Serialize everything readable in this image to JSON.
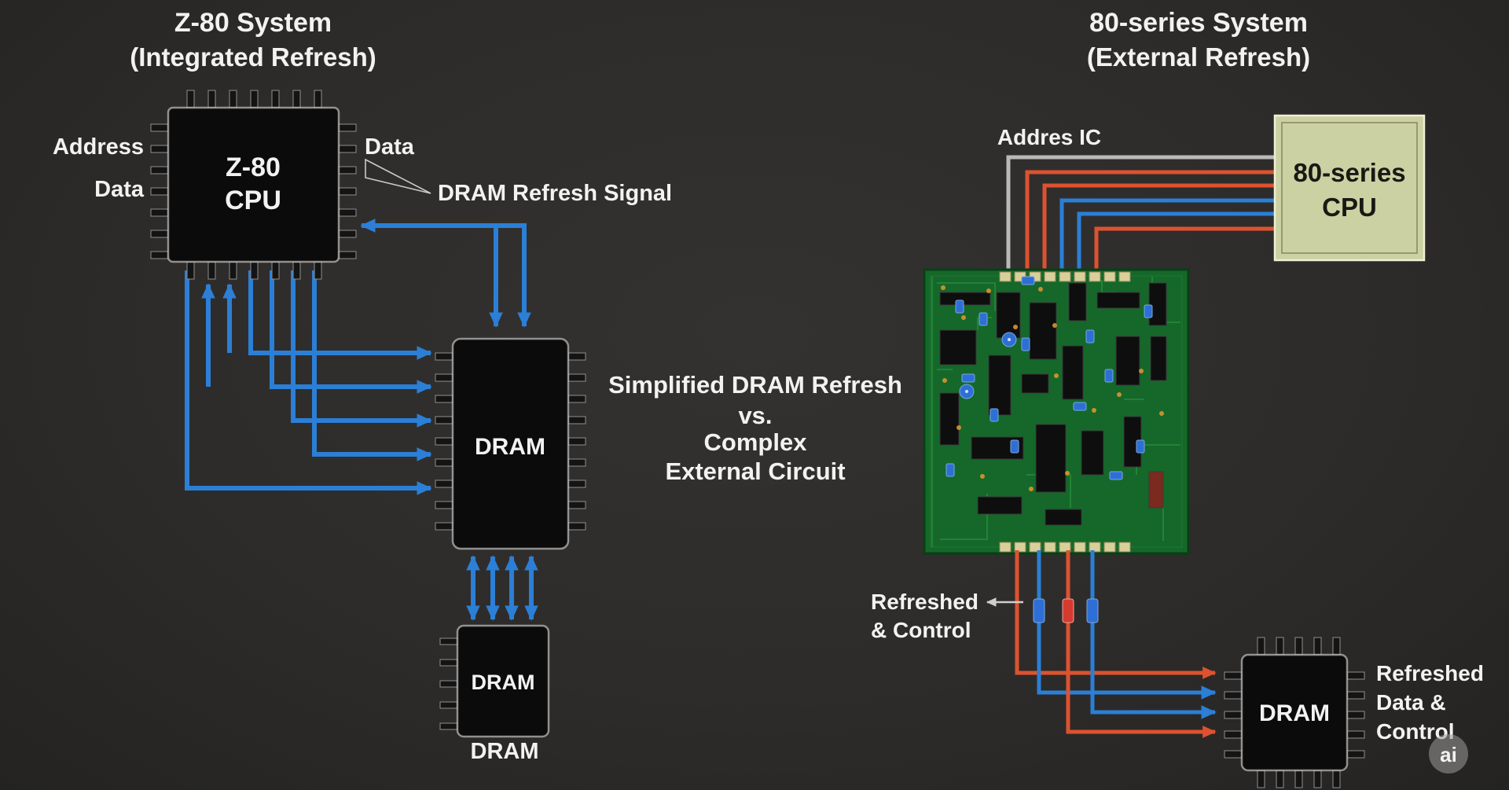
{
  "colors": {
    "bg": "#2e2c2a",
    "blue": "#2b7fd6",
    "orange": "#dd5230",
    "gray-wire": "#b9b9b9",
    "chip-black": "#0b0b0b",
    "cpu80-fill": "#cbd1a2",
    "pcb-green": "#15682a",
    "text-white": "#f2f2f2"
  },
  "left": {
    "title": "Z-80 System",
    "subtitle": "(Integrated Refresh)",
    "cpu_line1": "Z-80",
    "cpu_line2": "CPU",
    "address_label": "Address",
    "data_left_label": "Data",
    "data_right_label": "Data",
    "refresh_signal_label": "DRAM Refresh Signal",
    "dram_main_label": "DRAM",
    "dram_small_label": "DRAM",
    "dram_caption": "DRAM"
  },
  "center": {
    "line1": "Simplified DRAM Refresh",
    "line2": "vs.",
    "line3": "Complex",
    "line4": "External Circuit"
  },
  "right": {
    "title": "80-series System",
    "subtitle": "(External Refresh)",
    "address_ic_label": "Addres IC",
    "cpu_line1": "80-series",
    "cpu_line2": "CPU",
    "refreshed_line1": "Refreshed",
    "refreshed_line2": "& Control",
    "dram_label": "DRAM",
    "refreshed_data_line1": "Refreshed",
    "refreshed_data_line2": "Data &",
    "refreshed_data_line3": "Control"
  },
  "watermark": {
    "label": "ai"
  }
}
